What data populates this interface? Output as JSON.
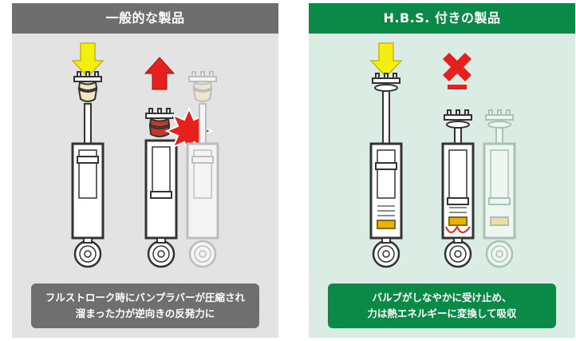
{
  "left_panel": {
    "header": "一般的な製品",
    "caption": [
      "フルストローク時にバンプラバーが圧縮され",
      "溜まった力が逆向きの反発力に"
    ]
  },
  "right_panel": {
    "header": "H.B.S. 付きの製品",
    "caption": [
      "バルブがしなやかに受け止め、",
      "力は熱エネルギーに変換して吸収"
    ]
  },
  "colors": {
    "left_header": "#6e6e6e",
    "right_header": "#0a8a46",
    "arrow_down": "#f4ef10",
    "arrow_up": "#e6201c",
    "cross": "#e6201c",
    "bump_rubber_normal": "#f1e7bf",
    "bump_rubber_compressed": "#c0392b",
    "impact_burst": "#e6201c",
    "valve": "#e8b400"
  },
  "icons": [
    "down-arrow-icon",
    "up-arrow-icon",
    "impact-burst-icon",
    "cross-icon"
  ]
}
